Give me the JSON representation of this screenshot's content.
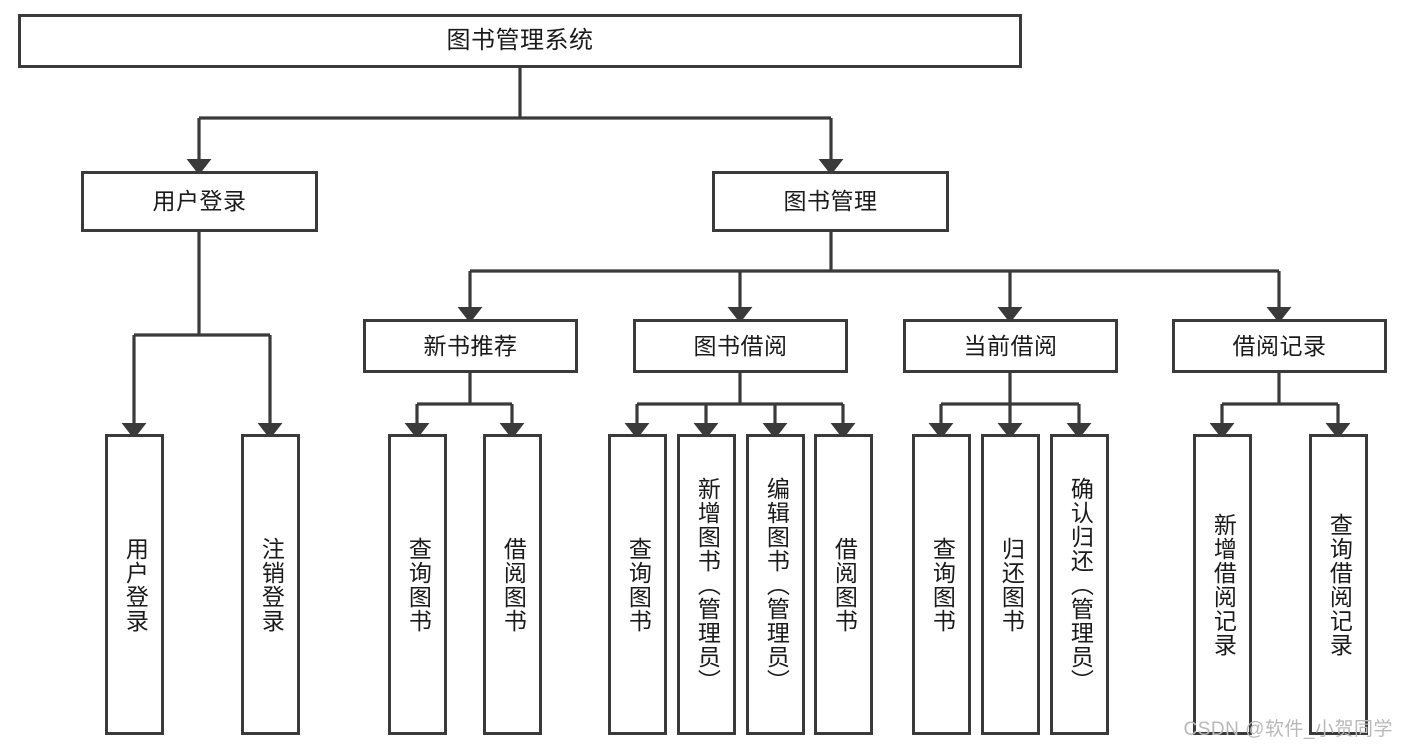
{
  "diagram": {
    "type": "tree-hierarchy",
    "title": "图书管理系统",
    "orientation": "top-down",
    "colors": {
      "box_border": "#3a3a3a",
      "box_fill": "#ffffff",
      "connector": "#3a3a3a",
      "text": "#1a1a1a",
      "watermark": "#b9b9b9",
      "background": "#ffffff"
    },
    "root": {
      "id": "root",
      "label": "图书管理系统"
    },
    "level2": [
      {
        "id": "user-login",
        "label": "用户登录"
      },
      {
        "id": "book-management",
        "label": "图书管理"
      }
    ],
    "level3": [
      {
        "id": "new-book-recommend",
        "label": "新书推荐",
        "parent": "book-management"
      },
      {
        "id": "book-borrow",
        "label": "图书借阅",
        "parent": "book-management"
      },
      {
        "id": "current-borrow",
        "label": "当前借阅",
        "parent": "book-management"
      },
      {
        "id": "borrow-record",
        "label": "借阅记录",
        "parent": "book-management"
      }
    ],
    "leaves": {
      "user-login": [
        {
          "id": "leaf-user-login",
          "label": "用户登录"
        },
        {
          "id": "leaf-logout",
          "label": "注销登录"
        }
      ],
      "new-book-recommend": [
        {
          "id": "leaf-query-book-1",
          "label": "查询图书"
        },
        {
          "id": "leaf-borrow-book-1",
          "label": "借阅图书"
        }
      ],
      "book-borrow": [
        {
          "id": "leaf-query-book-2",
          "label": "查询图书"
        },
        {
          "id": "leaf-add-book",
          "label": "新增图书（管理员）"
        },
        {
          "id": "leaf-edit-book",
          "label": "编辑图书（管理员）"
        },
        {
          "id": "leaf-borrow-book-2",
          "label": "借阅图书"
        }
      ],
      "current-borrow": [
        {
          "id": "leaf-query-book-3",
          "label": "查询图书"
        },
        {
          "id": "leaf-return-book",
          "label": "归还图书"
        },
        {
          "id": "leaf-confirm-return",
          "label": "确认归还（管理员）"
        }
      ],
      "borrow-record": [
        {
          "id": "leaf-add-record",
          "label": "新增借阅记录"
        },
        {
          "id": "leaf-query-record",
          "label": "查询借阅记录"
        }
      ]
    }
  },
  "watermark": {
    "text": "CSDN @软件_小贺同学"
  }
}
